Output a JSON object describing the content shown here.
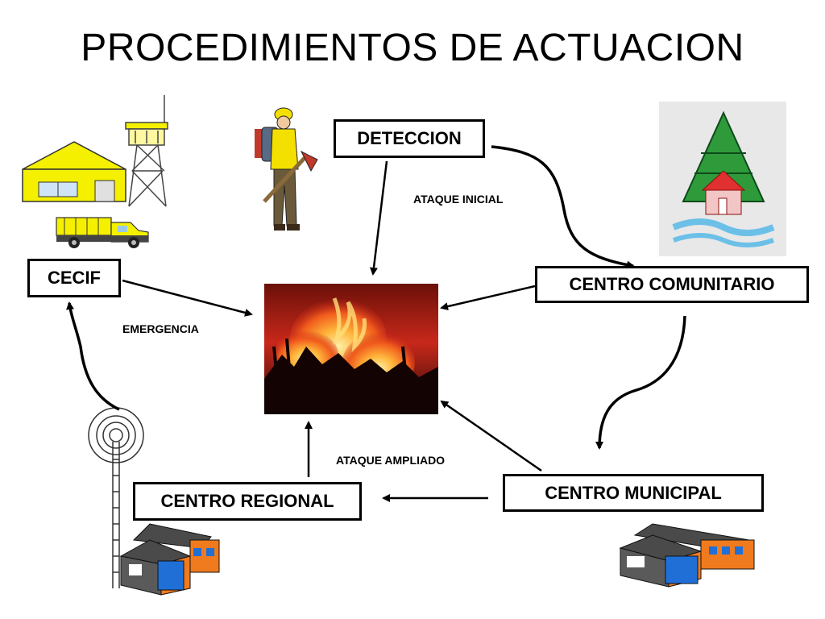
{
  "title": "PROCEDIMIENTOS DE ACTUACION",
  "nodes": {
    "detection": "DETECCION",
    "cecif": "CECIF",
    "community_center": "CENTRO COMUNITARIO",
    "municipal_center": "CENTRO MUNICIPAL",
    "regional_center": "CENTRO REGIONAL"
  },
  "edge_labels": {
    "initial_attack": "ATAQUE INICIAL",
    "emergency": "EMERGENCIA",
    "extended_attack": "ATAQUE AMPLIADO"
  },
  "colors": {
    "fire_dark": "#1a0504",
    "fire_red": "#c8281a",
    "fire_orange": "#f07a1e",
    "fire_yellow": "#ffd85a",
    "building_orange": "#f07a1e",
    "door_blue": "#1f6fd6",
    "station_yellow": "#f4f000",
    "tree_green": "#2e9a3a",
    "water_blue": "#6cc0e8"
  }
}
